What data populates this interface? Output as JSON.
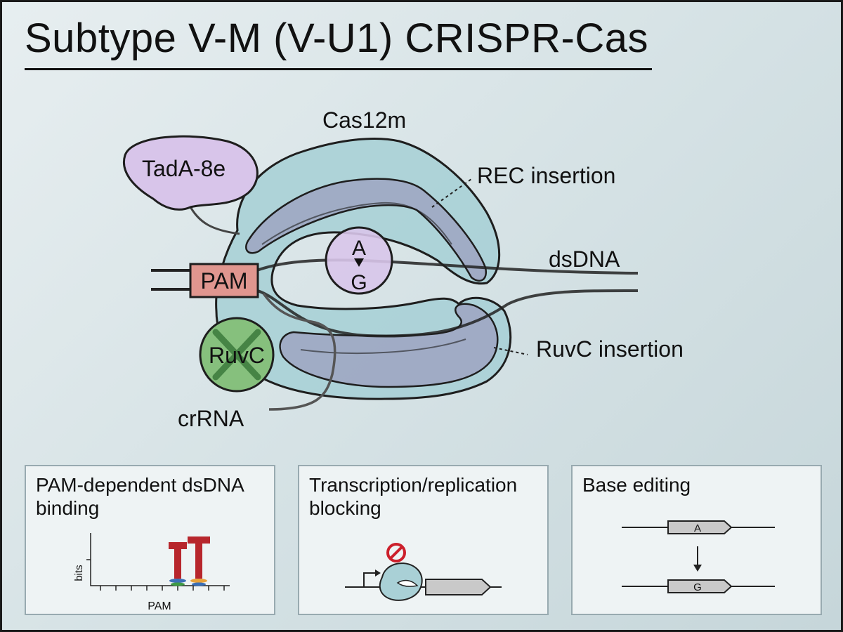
{
  "title": "Subtype V-M (V-U1) CRISPR-Cas",
  "diagram": {
    "protein_label": "Cas12m",
    "deaminase_label": "TadA-8e",
    "rec_label": "REC insertion",
    "ruvc_insertion_label": "RuvC insertion",
    "dsdna_label": "dsDNA",
    "pam_label": "PAM",
    "ruvc_label": "RuvC",
    "crrna_label": "crRNA",
    "edit_from": "A",
    "edit_to": "G"
  },
  "panels": [
    {
      "title": "PAM-dependent dsDNA binding",
      "ylabel": "bits",
      "xlabel": "PAM"
    },
    {
      "title": "Transcription/replication blocking"
    },
    {
      "title": "Base editing",
      "gene_before": "A",
      "gene_after": "G"
    }
  ],
  "colors": {
    "protein_fill": "#a9d0d6",
    "insertion_fill": "#9ea5c2",
    "tada_fill": "#d8c5ea",
    "pam_fill": "#e0968f",
    "ruvc_fill": "#86c07d",
    "logo_t": "#b7262c",
    "block_red": "#cc1f2b"
  }
}
